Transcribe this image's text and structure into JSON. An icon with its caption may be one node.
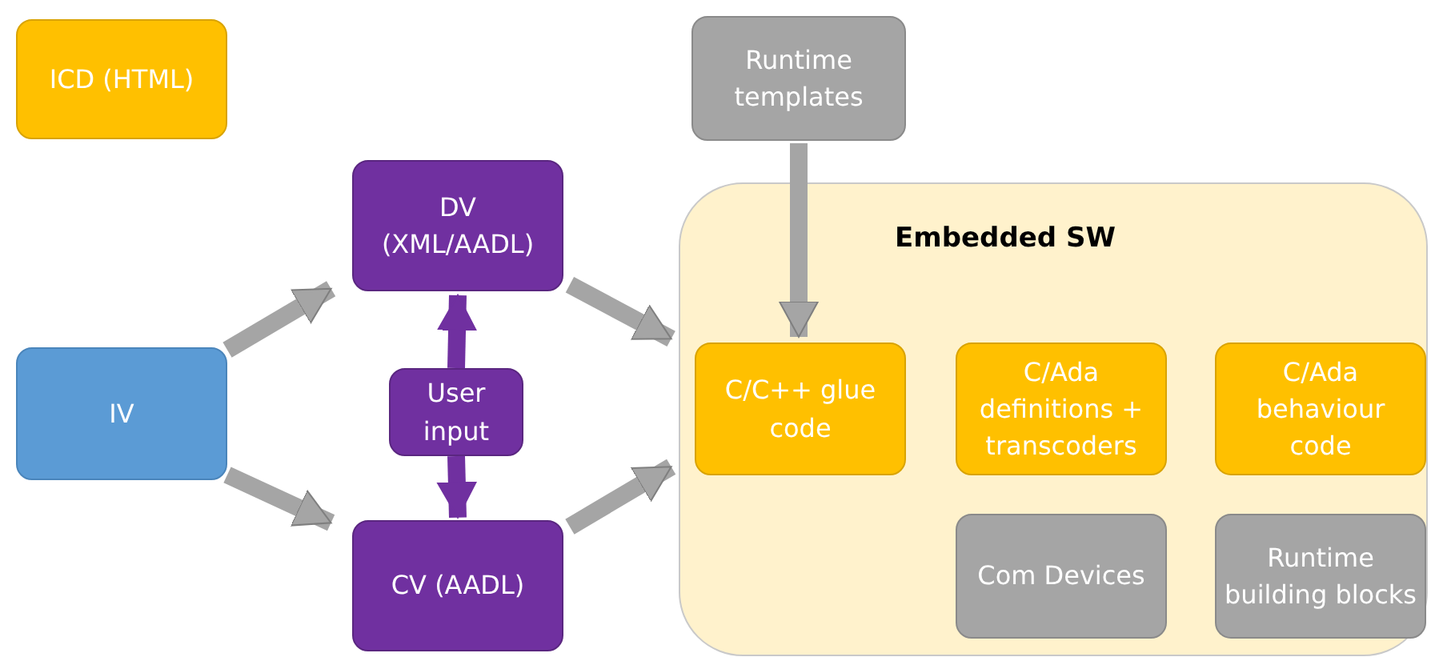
{
  "diagram": {
    "nodes": [
      {
        "text": [
          "ICD (HTML)"
        ]
      },
      {
        "text": [
          "Runtime templates"
        ]
      },
      {
        "text": [
          "DV (XML/AADL)"
        ]
      },
      {
        "text": [
          "IV"
        ]
      },
      {
        "text": [
          "User input"
        ]
      },
      {
        "text": [
          "CV (AADL)"
        ]
      },
      {
        "text": [
          "Embedded SW"
        ]
      },
      {
        "text": [
          "C/C++ glue code"
        ],
        "in": 6
      },
      {
        "text": [
          "C/Ada definitions + transcoders"
        ],
        "in": 6
      },
      {
        "text": [
          "C/Ada behaviour code"
        ],
        "in": 6
      },
      {
        "text": [
          "Com Devices"
        ],
        "in": 6
      },
      {
        "text": [
          "Runtime building blocks"
        ],
        "in": 6
      }
    ],
    "edges": [
      {
        "from": 3,
        "to": 2,
        "arrow": "to"
      },
      {
        "from": 3,
        "to": 5,
        "arrow": "to"
      },
      {
        "from": 2,
        "to": 6,
        "arrow": "to"
      },
      {
        "from": 5,
        "to": 6,
        "arrow": "to"
      },
      {
        "from": 1,
        "to": 7,
        "arrow": "to"
      },
      {
        "from": 4,
        "to": 2,
        "arrow": "to",
        "color": "#7030a0"
      },
      {
        "from": 4,
        "to": 5,
        "arrow": "to",
        "color": "#7030a0"
      }
    ]
  }
}
